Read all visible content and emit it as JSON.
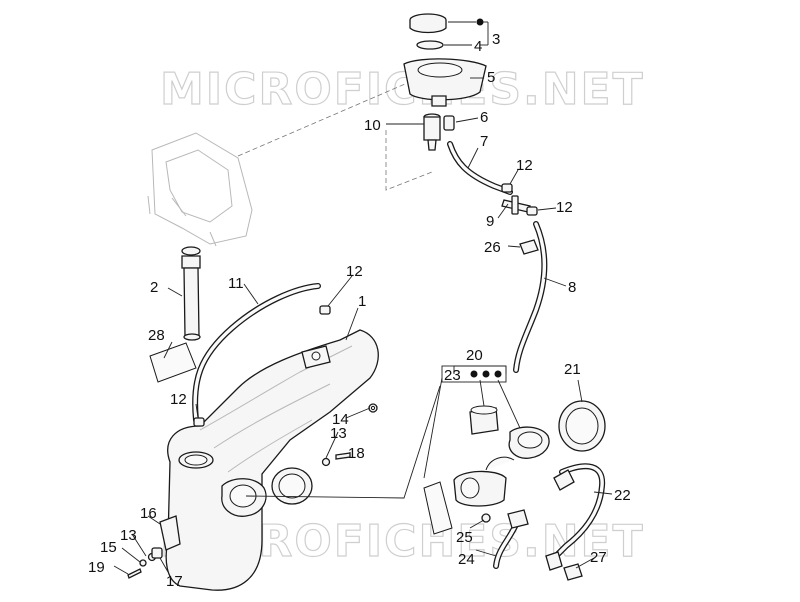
{
  "watermark": {
    "top": "MICROFICHES.NET",
    "bottom": "MICROFICHES.NET"
  },
  "callouts": {
    "c1": "1",
    "c2": "2",
    "c3": "3",
    "c4": "4",
    "c5": "5",
    "c6": "6",
    "c7": "7",
    "c8": "8",
    "c9": "9",
    "c10": "10",
    "c11": "11",
    "c12a": "12",
    "c12b": "12",
    "c12c": "12",
    "c12d": "12",
    "c13a": "13",
    "c13b": "13",
    "c14": "14",
    "c15": "15",
    "c16": "16",
    "c17": "17",
    "c18": "18",
    "c19": "19",
    "c20": "20",
    "c21": "21",
    "c22": "22",
    "c23": "23",
    "c24": "24",
    "c25": "25",
    "c26": "26",
    "c27": "27",
    "c28": "28"
  },
  "colors": {
    "line": "#1a1a1a",
    "watermark": "#cfcfcf",
    "ghost": "#b8b8b8"
  }
}
